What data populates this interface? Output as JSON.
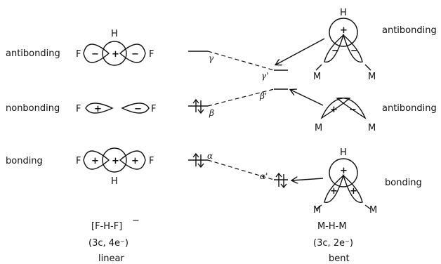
{
  "left_labels": {
    "antibonding": "antibonding",
    "nonbonding": "nonbonding",
    "bonding": "bonding"
  },
  "right_labels": {
    "top": "antibonding",
    "middle": "antibonding",
    "bottom": "bonding"
  },
  "atoms": {
    "F": "F",
    "H": "H",
    "M": "M"
  },
  "signs": {
    "plus": "+",
    "minus": "−"
  },
  "levels": {
    "gamma": "γ",
    "beta": "β",
    "alpha": "α",
    "gamma_prime": "γ'",
    "beta_prime": "β'",
    "alpha_prime": "α'"
  },
  "captions": {
    "left_formula": "[F-H-F]",
    "left_charge": "−",
    "left_electrons": "(3c, 4e⁻)",
    "left_geometry": "linear",
    "right_formula": "M-H-M",
    "right_electrons": "(3c, 2e⁻)",
    "right_geometry": "bent"
  }
}
